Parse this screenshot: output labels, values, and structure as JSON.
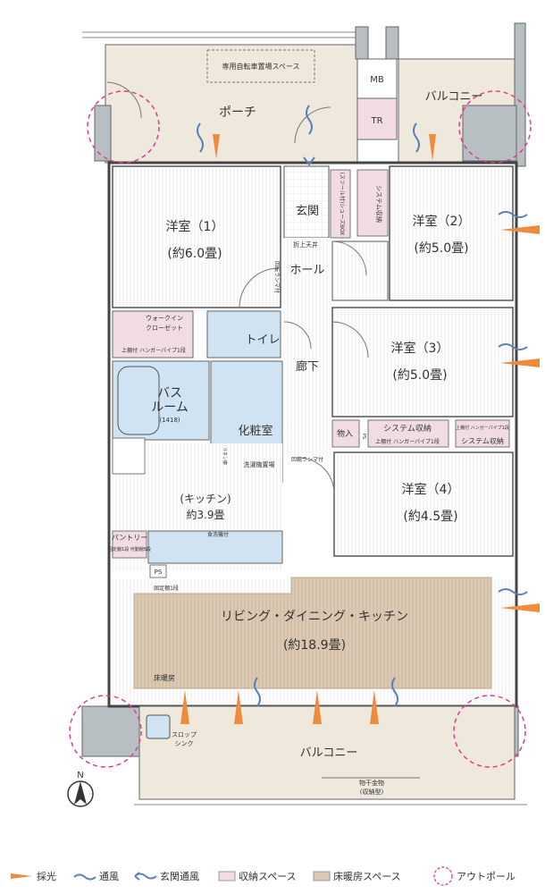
{
  "plan": {
    "porch": {
      "name": "ポーチ",
      "bike": "専用自転車置場スペース"
    },
    "mb": "MB",
    "tr": "TR",
    "balcony_top": "バルコニー",
    "balcony_bottom": "バルコニー",
    "entrance": "玄関",
    "shoes_box": "(スツール付)シューズBOX",
    "hall": "ホール",
    "hall_shelf": "折上天井",
    "corridor": "廊下",
    "toilet": "トイレ",
    "bath": {
      "line1": "バス",
      "line2": "ルーム",
      "size": "(1418)"
    },
    "vanity": "化粧室",
    "washer": "洗濯機置場",
    "linen": "リネン庫",
    "wic": {
      "line1": "ウォークイン",
      "line2": "クローゼット",
      "hanger": "上棚付 ハンガーパイプ1段"
    },
    "room1": {
      "name": "洋室（1）",
      "size": "(約6.0畳)"
    },
    "room2": {
      "name": "洋室（2）",
      "size": "(約5.0畳)"
    },
    "room3": {
      "name": "洋室（3）",
      "size": "(約5.0畳)"
    },
    "room4": {
      "name": "洋室（4）",
      "size": "(約4.5畳)"
    },
    "system_storage_1": "システム収納",
    "system_storage_2": "システム収納",
    "system_storage_3": "システム収納",
    "hanger_1": "上棚付 ハンガーパイプ1段",
    "hanger_2": "上棚付 ハンガーパイプ1段",
    "storage": "物入",
    "ps": "PS",
    "kitchen": {
      "name": "(キッチン)",
      "size": "約3.9畳",
      "dishwasher": "食洗機付"
    },
    "pantry": {
      "name": "パントリー",
      "note": "固定棚1段 可動棚5段"
    },
    "fixed_shelf": "固定棚1段",
    "ldk": {
      "name": "リビング・ダイニング・キッチン",
      "size": "(約18.9畳)"
    },
    "floor_heating": "床暖房",
    "slop_sink": {
      "line1": "スロップ",
      "line2": "シンク"
    },
    "laundry_rack": {
      "line1": "物干金物",
      "line2": "(収納型)"
    },
    "north": "N",
    "mirror_door": "回転ランマ付"
  },
  "legend": {
    "light": "採光",
    "wind": "通風",
    "entrance_wind": "玄関通風",
    "storage_space": "収納スペース",
    "heating_space": "床暖房スペース",
    "out_pole": "アウトポール"
  },
  "colors": {
    "light": "#f08a3c",
    "wind": "#5a7fb8",
    "storage": "#f2dce3",
    "heating": "#dcc9b3",
    "balcony": "#efe8dc",
    "wet": "#cfe3f2",
    "outpole": "#e23c8c"
  }
}
